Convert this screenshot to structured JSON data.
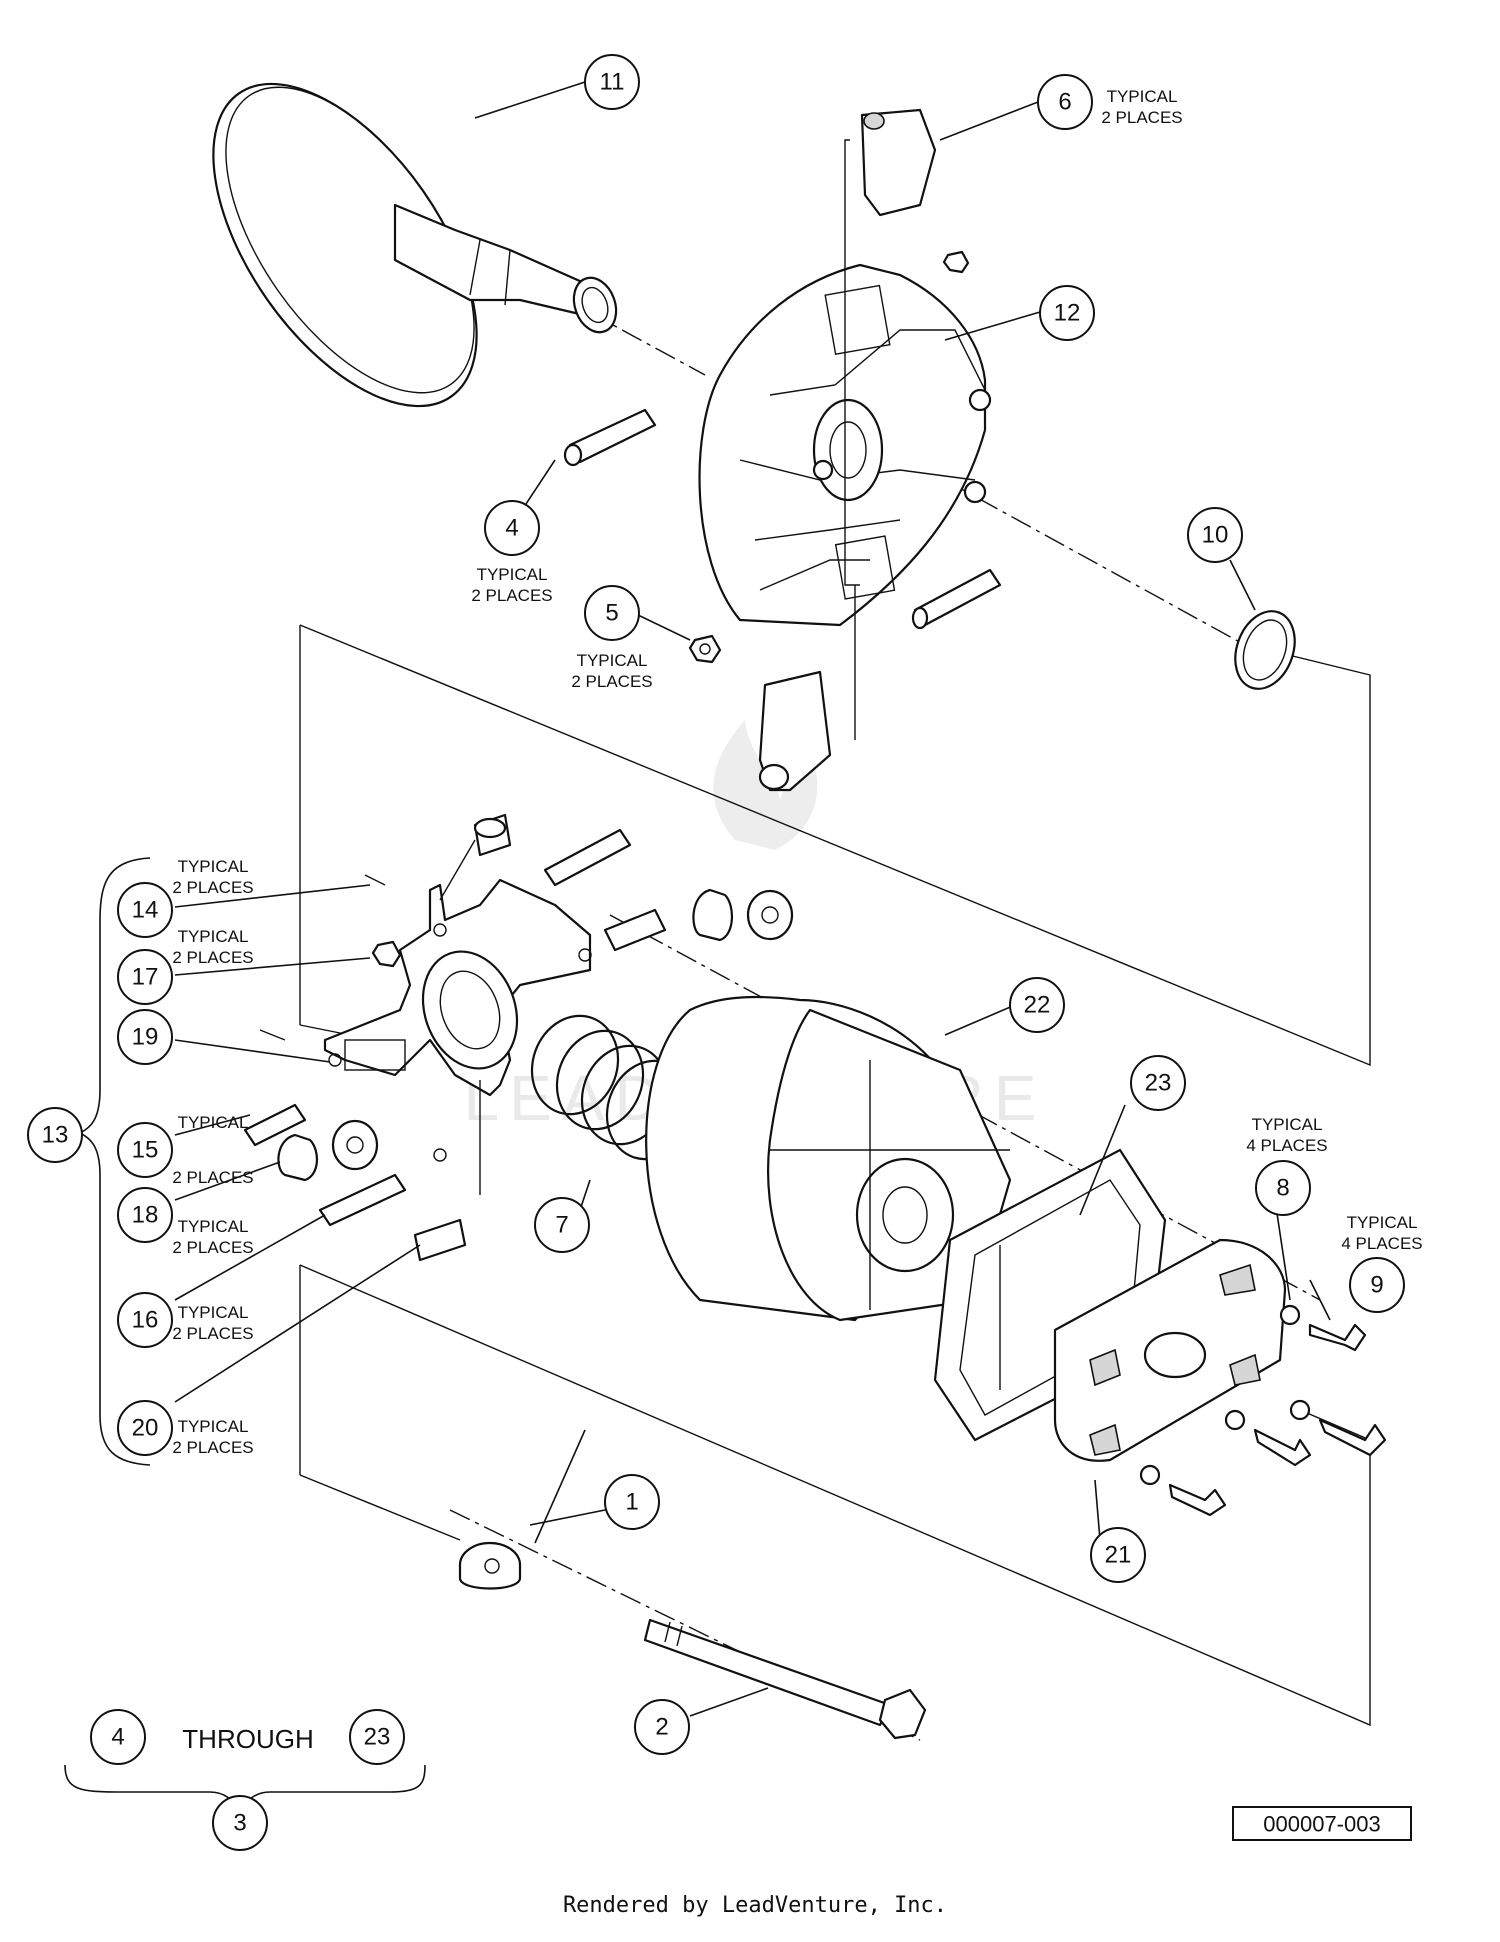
{
  "callouts": [
    {
      "id": "1",
      "label": "1"
    },
    {
      "id": "2",
      "label": "2"
    },
    {
      "id": "3",
      "label": "3"
    },
    {
      "id": "4",
      "label": "4"
    },
    {
      "id": "5",
      "label": "5"
    },
    {
      "id": "6",
      "label": "6"
    },
    {
      "id": "7",
      "label": "7"
    },
    {
      "id": "8",
      "label": "8"
    },
    {
      "id": "9",
      "label": "9"
    },
    {
      "id": "10",
      "label": "10"
    },
    {
      "id": "11",
      "label": "11"
    },
    {
      "id": "12",
      "label": "12"
    },
    {
      "id": "13",
      "label": "13"
    },
    {
      "id": "14",
      "label": "14"
    },
    {
      "id": "15",
      "label": "15"
    },
    {
      "id": "16",
      "label": "16"
    },
    {
      "id": "17",
      "label": "17"
    },
    {
      "id": "18",
      "label": "18"
    },
    {
      "id": "19",
      "label": "19"
    },
    {
      "id": "20",
      "label": "20"
    },
    {
      "id": "21",
      "label": "21"
    },
    {
      "id": "22",
      "label": "22"
    },
    {
      "id": "23",
      "label": "23"
    }
  ],
  "notes": {
    "typical_2_line1": "TYPICAL",
    "typical_2_line2": "2 PLACES",
    "typical_4_line1": "TYPICAL",
    "typical_4_line2": "4 PLACES"
  },
  "assembly_note": {
    "from": "4",
    "word": "THROUGH",
    "to": "23",
    "result": "3"
  },
  "drawing_number": "000007-003",
  "footer": "Rendered by LeadVenture, Inc.",
  "watermark": "LEADVENTURE"
}
